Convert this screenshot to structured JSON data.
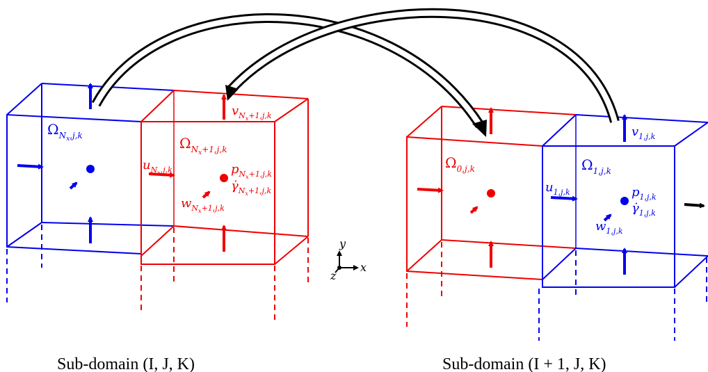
{
  "colors": {
    "blue": "#0000ee",
    "red": "#ee0000",
    "black": "#000000"
  },
  "left_block": {
    "blue_cell": {
      "omega_sym": "Ω",
      "omega_sub": "N",
      "omega_sub2": "x",
      "omega_sub3": ",j,k"
    },
    "red_cell": {
      "omega_sym": "Ω",
      "omega_sub": "N",
      "omega_sub2": "x",
      "omega_sub3": "+1,j,k",
      "u_sym": "u",
      "u_sub": "N",
      "u_sub2": "x",
      "u_sub3": ",j,k",
      "v_sym": "v",
      "v_sub": "N",
      "v_sub2": "x",
      "v_sub3": "+1,j,k",
      "p_sym": "p",
      "p_sub": "N",
      "p_sub2": "x",
      "p_sub3": "+1,j,k",
      "gamma_sym": "γ̇",
      "gamma_sub": "N",
      "gamma_sub2": "x",
      "gamma_sub3": "+1,j,k",
      "w_sym": "w",
      "w_sub": "N",
      "w_sub2": "x",
      "w_sub3": "+1,j,k"
    },
    "caption": "Sub-domain (I, J, K)"
  },
  "right_block": {
    "red_cell": {
      "omega_sym": "Ω",
      "omega_sub": "0,j,k"
    },
    "blue_cell": {
      "omega_sym": "Ω",
      "omega_sub": "1,j,k",
      "u_sym": "u",
      "u_sub": "1,j,k",
      "v_sym": "v",
      "v_sub": "1,j,k",
      "p_sym": "p",
      "p_sub": "1,j,k",
      "gamma_sym": "γ̇",
      "gamma_sub": "1,j,k",
      "w_sym": "w",
      "w_sub": "1,j,k"
    },
    "caption": "Sub-domain (I + 1, J, K)"
  },
  "axes": {
    "x": "x",
    "y": "y",
    "z": "z"
  }
}
